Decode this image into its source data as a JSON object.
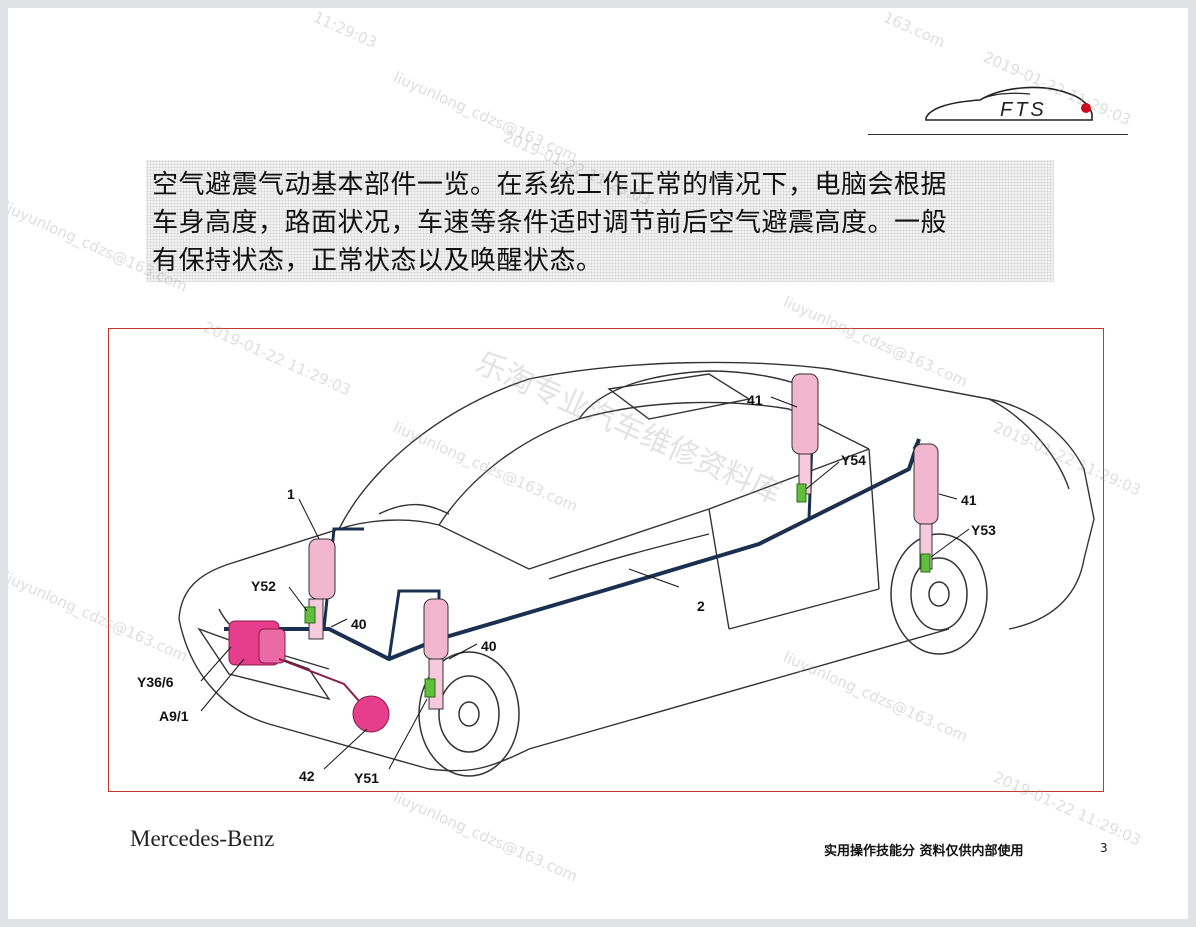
{
  "slide": {
    "logo_text": "FTS",
    "body_lines": [
      "空气避震气动基本部件一览。在系统工作正常的情况下，电脑会根据",
      "车身高度，路面状况，车速等条件适时调节前后空气避震高度。一般",
      "有保持状态，正常状态以及唤醒状态。"
    ],
    "brand": "Mercedes-Benz",
    "footer_note": "实用操作技能分 资料仅供内部使用",
    "page_number": "3"
  },
  "figure": {
    "labels": {
      "l1": "1",
      "l2": "2",
      "l40a": "40",
      "l40b": "40",
      "l41a": "41",
      "l41b": "41",
      "l42": "42",
      "y52": "Y52",
      "y54": "Y54",
      "y53": "Y53",
      "y51": "Y51",
      "y36": "Y36/6",
      "a91": "A9/1"
    }
  },
  "watermarks": {
    "email": "liuyunlong_cdzs@163.com",
    "datetime": "2019-01-22 11:29:03",
    "time_fragment": "11:29:03",
    "domain_fragment": "163.com",
    "big_text": "乐淘专业汽车维修资料库"
  },
  "colors": {
    "accent_pink": "#e63e8c",
    "valve_green": "#5fbf3a",
    "air_line": "#1a3050",
    "frame_red": "#c0392b"
  }
}
